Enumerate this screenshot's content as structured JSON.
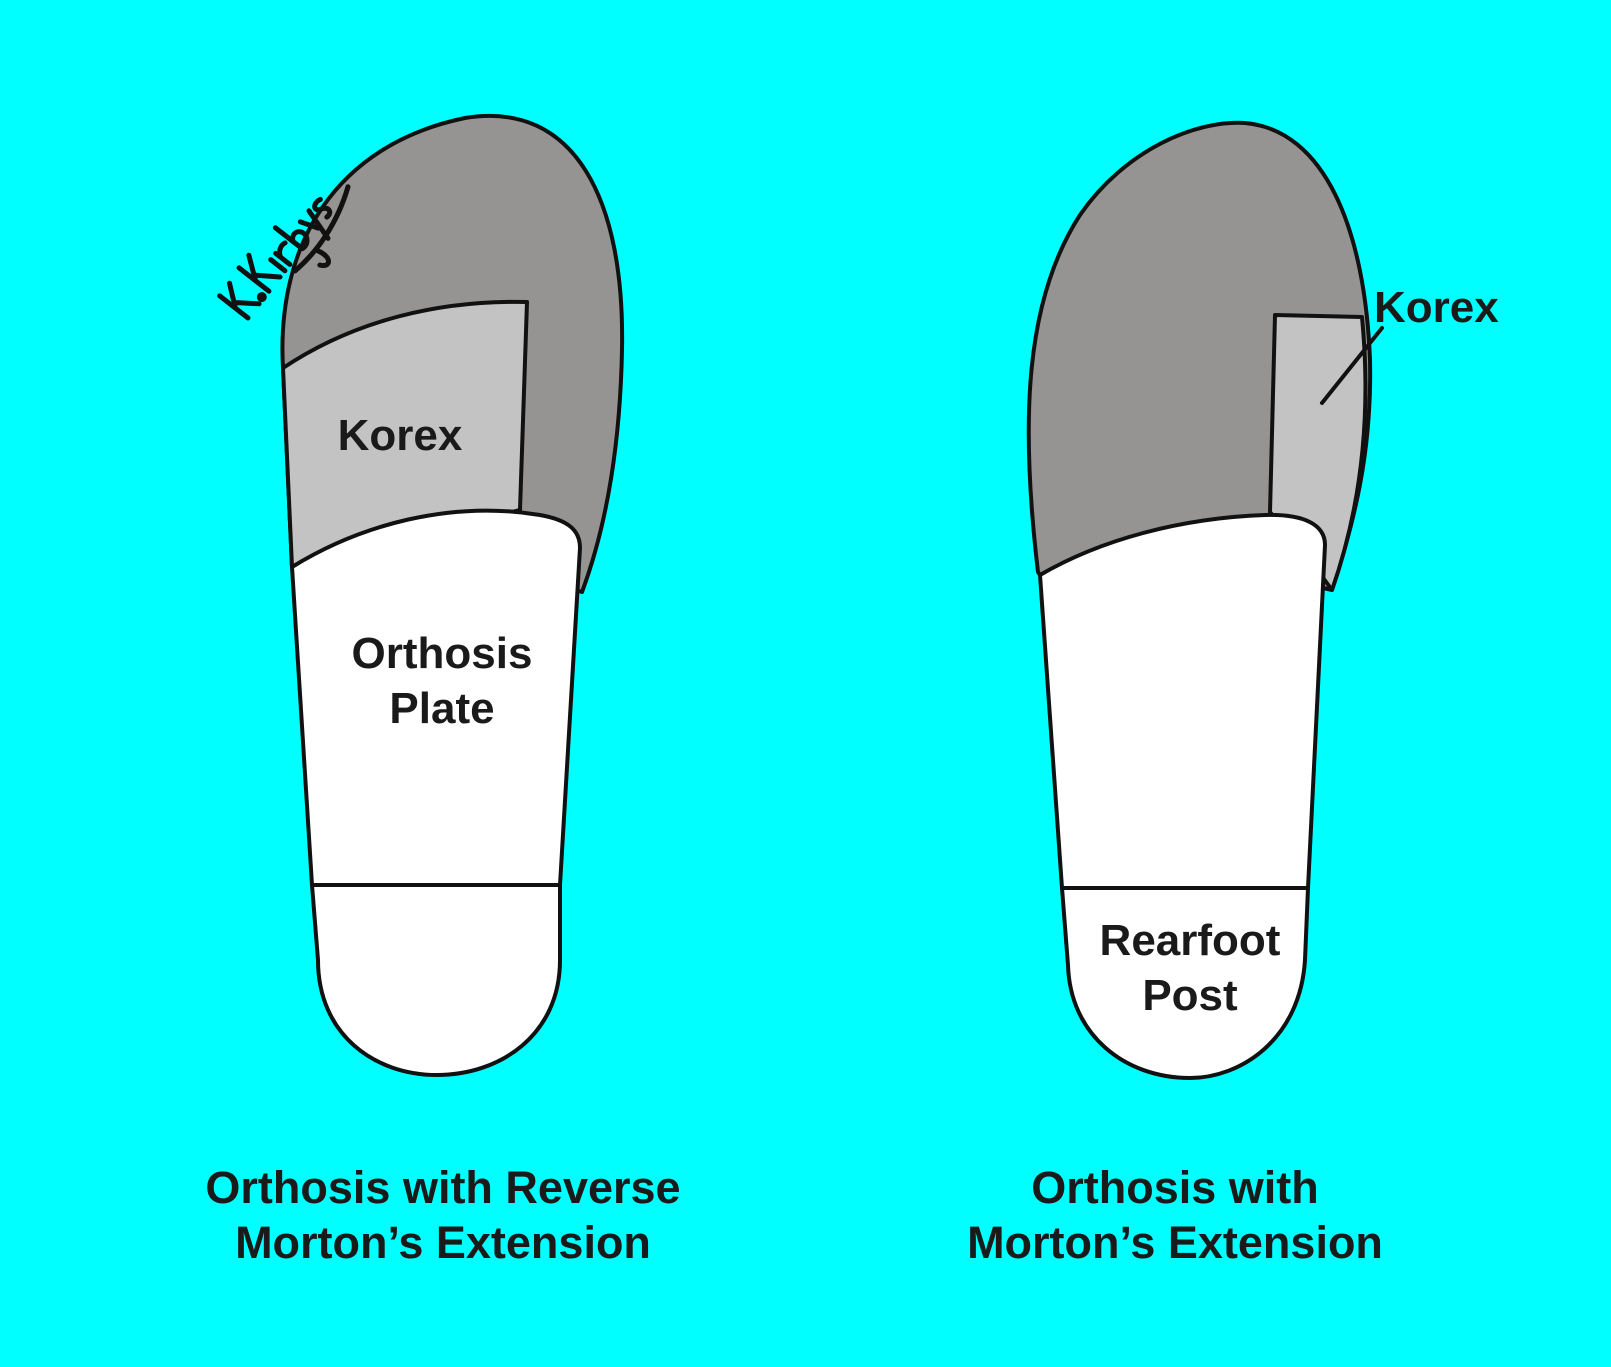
{
  "colors": {
    "background": "#00ffff",
    "shell": "#969492",
    "korex": "#c3c3c3",
    "plate": "#ffffff",
    "outline": "#111111",
    "text": "#1a1a1a"
  },
  "signature": "K. Kirby",
  "left_orthosis": {
    "korex_label": "Korex",
    "plate_label_line1": "Orthosis",
    "plate_label_line2": "Plate",
    "caption_line1": "Orthosis with Reverse",
    "caption_line2": "Morton’s Extension"
  },
  "right_orthosis": {
    "korex_label": "Korex",
    "post_label_line1": "Rearfoot",
    "post_label_line2": "Post",
    "caption_line1": "Orthosis with",
    "caption_line2": "Morton’s Extension"
  }
}
